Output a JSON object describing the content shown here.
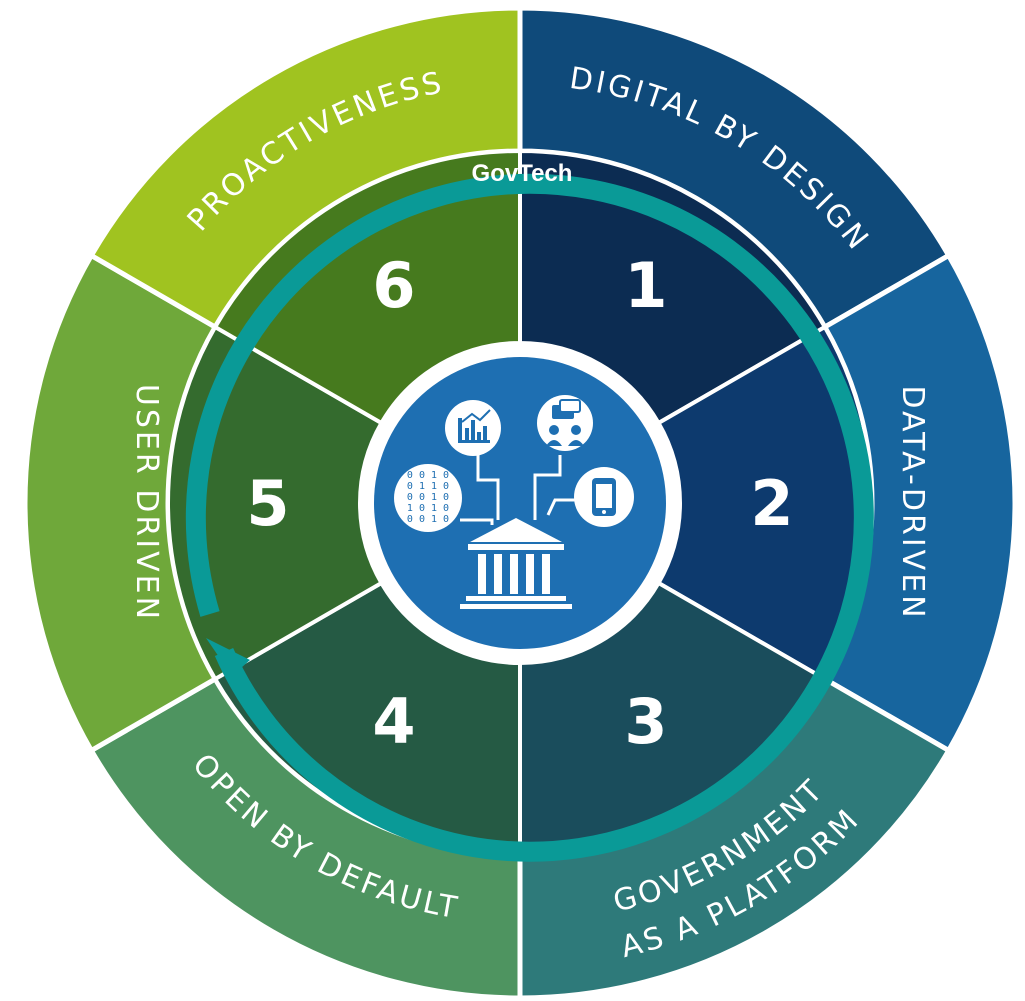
{
  "brand": "GovTech",
  "colors": {
    "ring_arrow": "#0a9a97",
    "hub": "#1e6fb2",
    "hub_ring": "#ffffff"
  },
  "segments": [
    {
      "number": "1",
      "label_lines": [
        "DIGITAL BY DESIGN"
      ],
      "outer_color": "#0f4a7a",
      "inner_color": "#0c2c52"
    },
    {
      "number": "2",
      "label_lines": [
        "DATA-DRIVEN"
      ],
      "outer_color": "#17659e",
      "inner_color": "#0d3a6e"
    },
    {
      "number": "3",
      "label_lines": [
        "GOVERNMENT",
        "AS A PLATFORM"
      ],
      "outer_color": "#2e7a7a",
      "inner_color": "#1a4d5c"
    },
    {
      "number": "4",
      "label_lines": [
        "OPEN BY DEFAULT"
      ],
      "outer_color": "#4e9460",
      "inner_color": "#255a44"
    },
    {
      "number": "5",
      "label_lines": [
        "USER DRIVEN"
      ],
      "outer_color": "#6fa83a",
      "inner_color": "#346b2e"
    },
    {
      "number": "6",
      "label_lines": [
        "PROACTIVENESS"
      ],
      "outer_color": "#a0c320",
      "inner_color": "#467a1e"
    }
  ],
  "hub_icons": [
    "bar-chart-icon",
    "chat-people-icon",
    "binary-data-icon",
    "mobile-phone-icon",
    "government-building-icon"
  ],
  "binary_lines": [
    "0 0 1 0",
    "0 1 1 0",
    "0 0 1 0",
    "1 0 1 0",
    "0 0 1 0"
  ]
}
